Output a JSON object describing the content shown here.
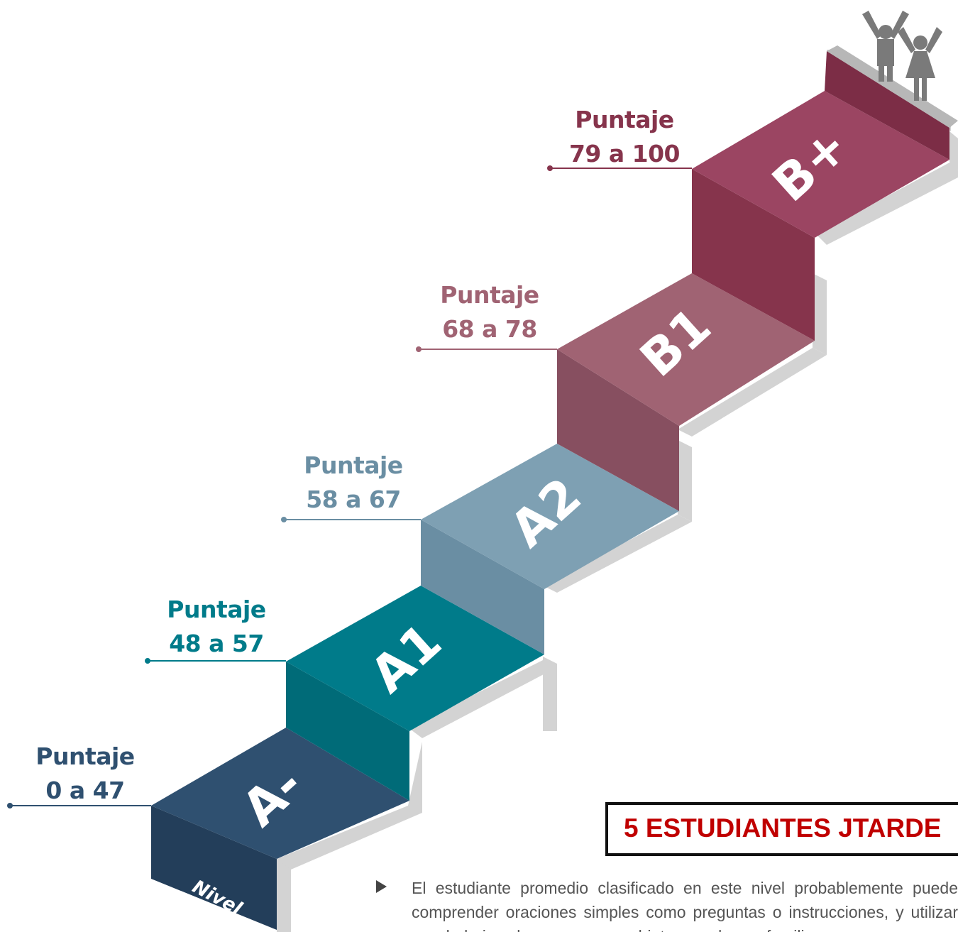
{
  "levels": [
    {
      "code": "A-",
      "score_label": "Puntaje",
      "range": "0 a 47",
      "color": "#2f5070"
    },
    {
      "code": "A1",
      "score_label": "Puntaje",
      "range": "48 a 57",
      "color": "#007b8a"
    },
    {
      "code": "A2",
      "score_label": "Puntaje",
      "range": "58 a 67",
      "color": "#7ea0b3"
    },
    {
      "code": "B1",
      "score_label": "Puntaje",
      "range": "68 a 78",
      "color": "#a06373"
    },
    {
      "code": "B+",
      "score_label": "Puntaje",
      "range": "79 a 100",
      "color": "#9b4562"
    }
  ],
  "base_label": "Nivel",
  "banner": {
    "text": "5 ESTUDIANTES JTARDE",
    "color": "#c00000"
  },
  "description": "El estudiante promedio clasificado en este nivel probablemente puede comprender oraciones simples como preguntas o instrucciones, y utilizar vocabulario sobre personas y objetos que le son familiares.",
  "icons": [
    "boy-figure-icon",
    "girl-figure-icon"
  ]
}
